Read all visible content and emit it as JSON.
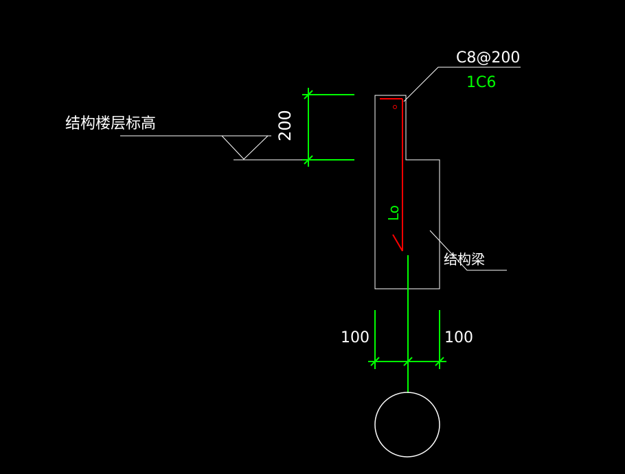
{
  "colors": {
    "background": "#000000",
    "outline": "#ffffff",
    "dimension": "#00ff00",
    "rebar": "#ff0000"
  },
  "labels": {
    "floor_elevation": "结构楼层标高",
    "beam": "结构梁",
    "rebar_spec": "C8@200",
    "rebar_count": "1C6",
    "anchorage": "Lo"
  },
  "dimensions": {
    "height": "200",
    "left_offset": "100",
    "right_offset": "100"
  }
}
